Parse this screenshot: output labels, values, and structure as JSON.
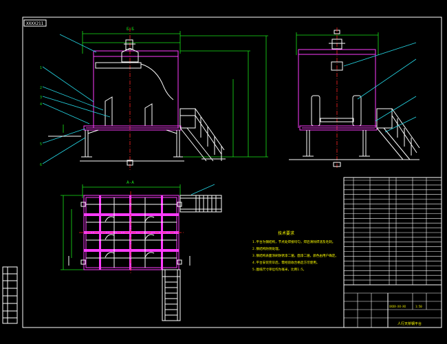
{
  "drawing_code": "XXXX211",
  "views": {
    "front": {
      "label": "Б-Б"
    },
    "plan": {
      "label": "А-А"
    }
  },
  "notes": {
    "heading": "技术要求",
    "lines": [
      "1.平台为钢结构，节点处焊接均匀，焊后清除焊渣及毛刺。",
      "2.钢结构防锈处理。",
      "3.钢结构表面涂刷防锈漆二遍，面漆二遍，颜色由用户确定。",
      "4.平台安装完毕后，需经验收合格后方可使用。",
      "5.图纸尺寸单位均为毫米，比例1:5。"
    ]
  },
  "title_block": {
    "project": "人行天桥钢平台",
    "drawing_no": "XXXX-XX-XX",
    "scale": "1:50"
  },
  "colors": {
    "frame": "#ffffff",
    "structure": "#ff3cff",
    "leaders": "#25d9e8",
    "text": "#19e619",
    "centerline": "#ff2222"
  }
}
